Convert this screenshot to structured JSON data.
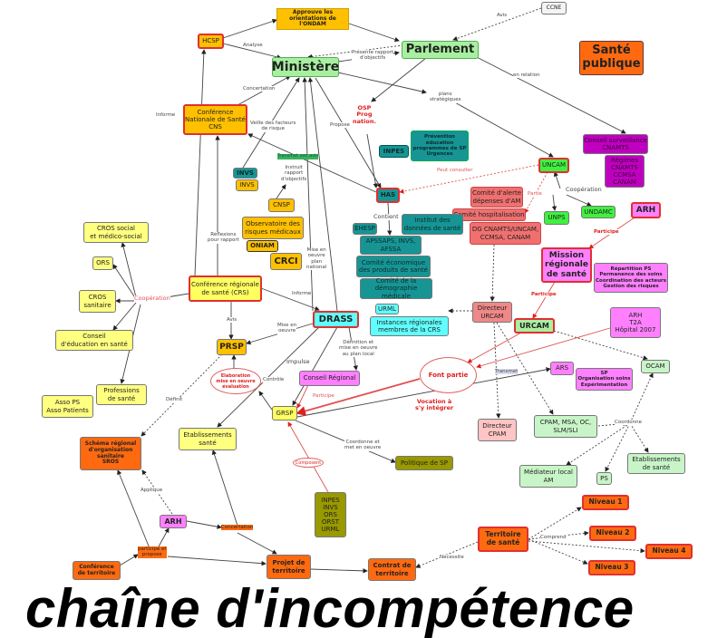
{
  "nodes": {
    "approuve": "Approuve les\norientations de\nl'ONDAM",
    "ccne": "CCNE",
    "hcsp": "HCSP",
    "ministere": "Ministère",
    "parlement": "Parlement",
    "sante_publique": "Santé\npublique",
    "cns": "Conférence\nNationale de Santé\nCNS",
    "prevention": "Prévention\néducation\nprogrammes de SP\nUrgences",
    "inpes_teal": "INPES",
    "uncam": "UNCAM",
    "conseil_surveillance": "Conseil surveillance\nCNAMTS",
    "regimes": "Régimes\nCNAMTS\nCCMSA\nCANAM",
    "invs_teal": "INVS",
    "invs_yellow": "INVS",
    "has": "HAS",
    "comite_alerte": "Comité d'alerte\ndépenses d'AM",
    "comite_hosp": "Comité hospitalisation",
    "dg_cnamts": "DG CNAMTS/UNCAM,\nCCMSA, CANAM",
    "unps": "UNPS",
    "undamc": "UNDAMC",
    "arh_top": "ARH",
    "cnsp": "CNSP",
    "observatoire": "Observatoire des\nrisques médicaux",
    "oniam": "ONIAM",
    "crci": "CRCI",
    "ehesp": "EHESP",
    "institut_donnees": "Institut des\ndonnées de santé",
    "apssaps": "APSSAPS, INVS,\nAFSSA",
    "comite_eco": "Comité économique\ndes produits de santé",
    "comite_demo": "Comité de la\ndémographie médicale",
    "mission": "Mission\nrégionale\nde santé",
    "repartition": "Répartition PS\nPermanence des soins\nCoordination des acteurs\nGestion des risques",
    "cros_social": "CROS social\net médico-social",
    "ors": "ORS",
    "cros_sanitaire": "CROS\nsanitaire",
    "conseil_education": "Conseil\nd'éducation en santé",
    "professions": "Professions\nde santé",
    "asso": "Asso PS\nAsso Patients",
    "crs": "Conférence régionale\nde santé (CRS)",
    "drass": "DRASS",
    "prsp": "PRSP",
    "urml": "URML",
    "instances": "Instances régionales\nmembres de la CRS",
    "dir_urcam": "Directeur\nURCAM",
    "urcam": "URCAM",
    "arh_t2a": "ARH\nT2A\nHôpital 2007",
    "font_partie": "Font partie",
    "ars": "ARS",
    "sp_org": "SP\nOrganisation soins\nExpérimentation",
    "ocam": "OCAM",
    "conseil_regional": "Conseil Régional",
    "elaboration": "Elaboration\nmise en oeuvre\névaluation",
    "grsp": "GRSP",
    "dir_cpam": "Directeur\nCPAM",
    "cpam_msa": "CPAM, MSA, OC,\nSLM/SLI",
    "etab_sante_yellow": "Etablissements\nsanté",
    "sros": "Schéma régional\nd'organisation\nsanitaire\nSROS",
    "etab_sante_green": "Etablissements\nde santé",
    "politique_sp": "Politique de SP",
    "mediateur": "Médiateur local\nAM",
    "ps": "PS",
    "inpes_olive": "INPES\nINVS\nORS\nORST\nURML",
    "arh_bottom": "ARH",
    "niveau1": "Niveau 1",
    "niveau2": "Niveau 2",
    "niveau3": "Niveau 3",
    "niveau4": "Niveau 4",
    "territoire_sante": "Territoire\nde santé",
    "conf_territoire": "Conférence\nde territoire",
    "projet_territoire": "Projet de\nterritoire",
    "contrat_territoire": "Contrat de\nterritoire"
  },
  "labels": {
    "avis_ccne": "Avis",
    "analyse": "Analyse",
    "presente_rapport": "Présente rapport\nd'objectifs",
    "en_relation": "en relation",
    "informe_top": "Informe",
    "concertation_top": "Concertation",
    "veille": "Veille des facteurs\nde risque",
    "propose": "Propose",
    "osp": "OSP\nProg\nnation.",
    "plans": "plans\nstratégiques",
    "transmet_avis": "Transmet son avis",
    "instruit": "Instruit\nrapport\nd'objectifs",
    "peut_consulter": "Peut consulter",
    "partie": "Partie",
    "cooperation_uncam": "Coopération",
    "participe_arh": "Participe",
    "participe_mission": "Participe",
    "contient": "Contient",
    "reflexions": "Réflexions\npour rapport",
    "mise_plan_national": "Mise en\noeuvre\nplan\nnational",
    "cooperation_cros": "Coopération",
    "informe_crs": "Informe",
    "avis_crs": "Avis",
    "mise_oeuvre": "Mise en\noeuvre",
    "definition": "Définition et\nmise en oeuvre\nau plan local",
    "impulse": "Impulse",
    "controle": "Contrôle",
    "participe_cr": "Participe",
    "vocation": "Vocation à\ns'y intégrer",
    "transmet": "Transmet",
    "coordonne": "Coordonne",
    "definit": "Définit",
    "coordonne_met": "Coordonne et\nmet en oeuvre",
    "composent": "Composent",
    "applique": "Applique",
    "concertation_bottom": "Concertation",
    "participe_propose": "participe et\npropose",
    "necessite": "Nécessite",
    "comprend": "Comprend"
  },
  "title": "chaîne d'incompétence"
}
